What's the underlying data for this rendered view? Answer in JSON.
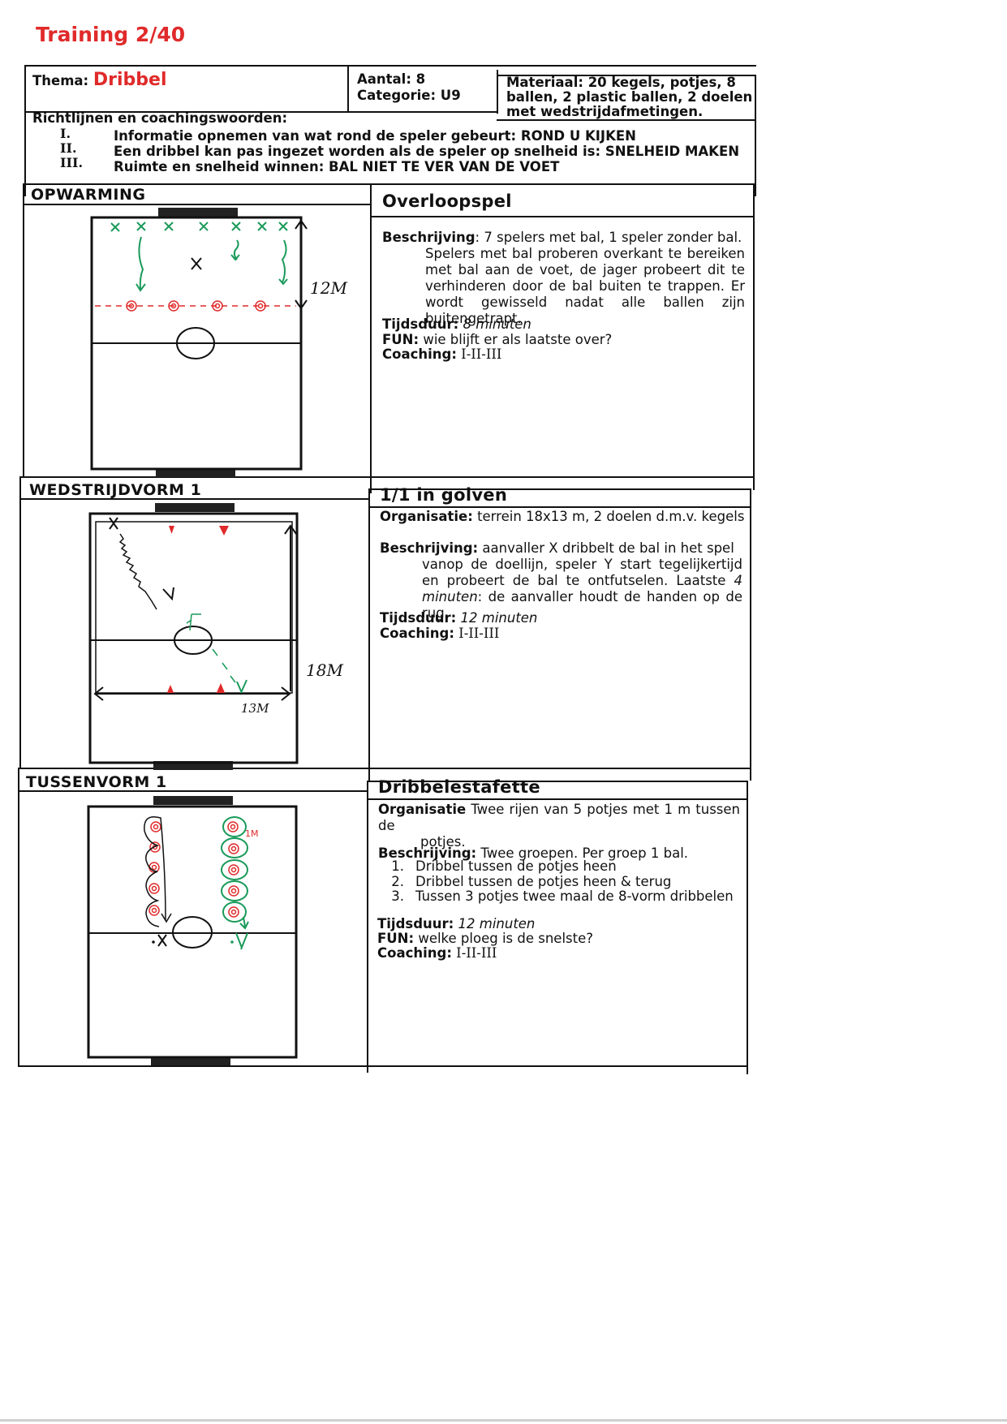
{
  "document": {
    "title": "Training 2/40"
  },
  "header": {
    "thema_label": "Thema:",
    "thema_value": "Dribbel",
    "aantal": "Aantal: 8",
    "categorie": "Categorie: U9",
    "materiaal": [
      "Materiaal: 20 kegels, potjes, 8",
      "ballen, 2 plastic ballen, 2 doelen",
      "met wedstrijdafmetingen."
    ]
  },
  "guidelines": {
    "heading": "Richtlijnen en coachingswoorden:",
    "items": [
      {
        "num": "I.",
        "text": "Informatie opnemen van wat rond de speler gebeurt: ROND U KIJKEN"
      },
      {
        "num": "II.",
        "text": "Een dribbel kan pas ingezet worden als de speler op snelheid is: SNELHEID MAKEN"
      },
      {
        "num": "III.",
        "text": "Ruimte en snelheid winnen: BAL NIET TE VER VAN DE VOET"
      }
    ]
  },
  "sections": [
    {
      "label": "OPWARMING",
      "exercise": "Overloopspel",
      "diagram": {
        "dimension": "12M"
      },
      "beschrijving_label": "Beschrijving",
      "beschrijving_first": ": 7 spelers met bal, 1 speler zonder bal.",
      "beschrijving_rest": "Spelers met bal proberen overkant te bereiken met bal aan de voet, de jager probeert dit te verhinderen door de bal buiten te trappen. Er wordt gewisseld nadat alle ballen zijn buitengetrapt.",
      "tijdsduur_label": "Tijdsduur:",
      "tijdsduur": "8 minuten",
      "fun_label": "FUN:",
      "fun": "wie blijft er als laatste over?",
      "coaching_label": "Coaching:",
      "coaching": "I-II-III"
    },
    {
      "label": "WEDSTRIJDVORM 1",
      "exercise": "1/1 in golven",
      "diagram": {
        "length": "18M",
        "width": "13M"
      },
      "organisatie_label": "Organisatie:",
      "organisatie": "terrein 18x13 m, 2 doelen d.m.v. kegels",
      "beschrijving_label": "Beschrijving:",
      "beschrijving_first": "aanvaller X dribbelt de bal in het spel",
      "beschrijving_rest": "vanop de doellijn, speler Y start tegelijkertijd en probeert de bal te ontfutselen. Laatste",
      "beschrijving_italic": "4 minuten",
      "beschrijving_end": ":",
      "beschrijving_last": "de aanvaller houdt de handen op de rug.",
      "tijdsduur_label": "Tijdsduur:",
      "tijdsduur": "12 minuten",
      "coaching_label": "Coaching:",
      "coaching": "I-II-III"
    },
    {
      "label": "TUSSENVORM 1",
      "exercise": "Dribbelestafette",
      "diagram": {
        "spacing": "1M"
      },
      "organisatie_label": "Organisatie",
      "organisatie_first": "Twee rijen van 5 potjes met 1 m tussen de",
      "organisatie_rest": "potjes.",
      "beschrijving_label": "Beschrijving:",
      "beschrijving": "Twee groepen. Per groep 1 bal.",
      "steps": [
        {
          "num": "1.",
          "text": "Dribbel tussen de potjes heen"
        },
        {
          "num": "2.",
          "text": "Dribbel tussen de potjes heen & terug"
        },
        {
          "num": "3.",
          "text": "Tussen 3 potjes twee maal de 8-vorm dribbelen"
        }
      ],
      "tijdsduur_label": "Tijdsduur:",
      "tijdsduur": "12 minuten",
      "fun_label": "FUN:",
      "fun": "welke ploeg is de snelste?",
      "coaching_label": "Coaching:",
      "coaching": "I-II-III"
    }
  ],
  "colors": {
    "accent": "#e02a2a",
    "green": "#1a9a5a",
    "ink": "#111111"
  }
}
